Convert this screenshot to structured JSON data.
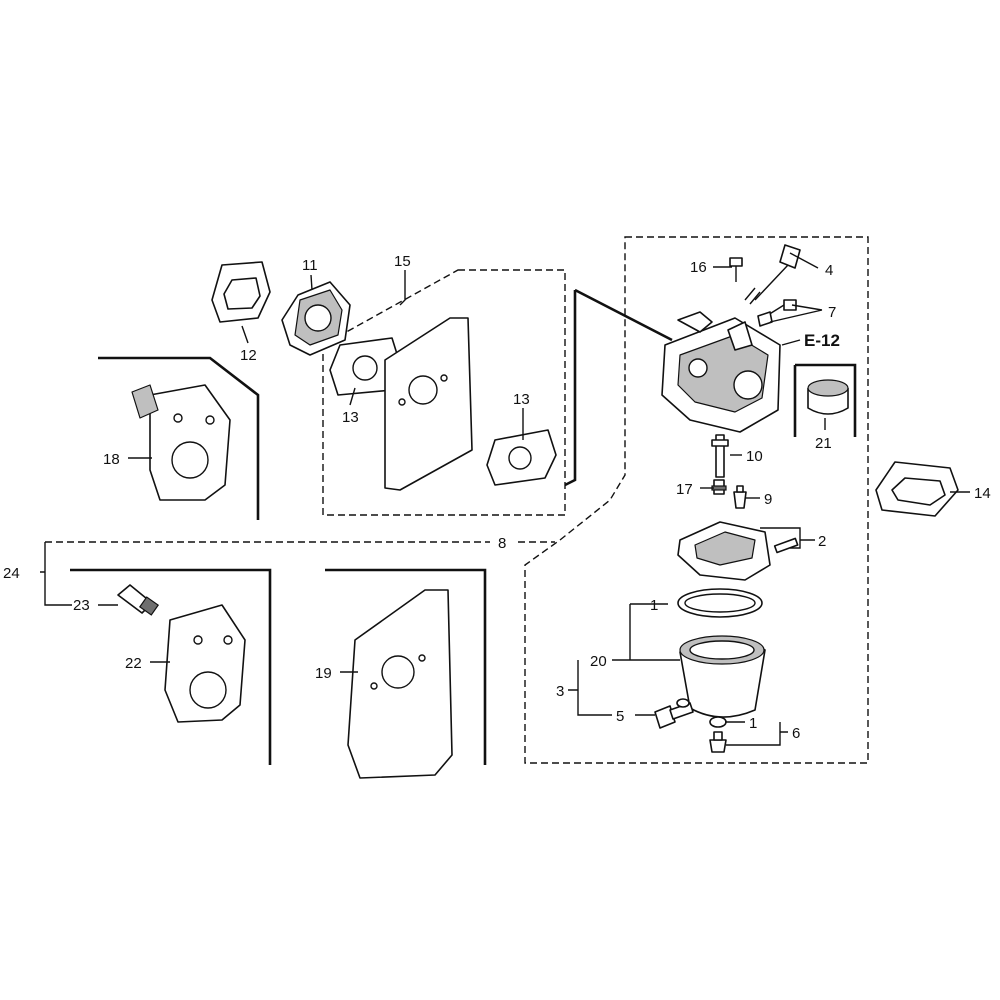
{
  "callouts": {
    "c1a": "1",
    "c1b": "1",
    "c2": "2",
    "c3": "3",
    "c4": "4",
    "c5": "5",
    "c6": "6",
    "c7": "7",
    "c8": "8",
    "c9": "9",
    "c10": "10",
    "c11": "11",
    "c12": "12",
    "c13a": "13",
    "c13b": "13",
    "c14": "14",
    "c15": "15",
    "c16": "16",
    "c17": "17",
    "c18": "18",
    "c19": "19",
    "c20": "20",
    "c21": "21",
    "c22": "22",
    "c23": "23",
    "c24": "24"
  },
  "reference": "E-12"
}
